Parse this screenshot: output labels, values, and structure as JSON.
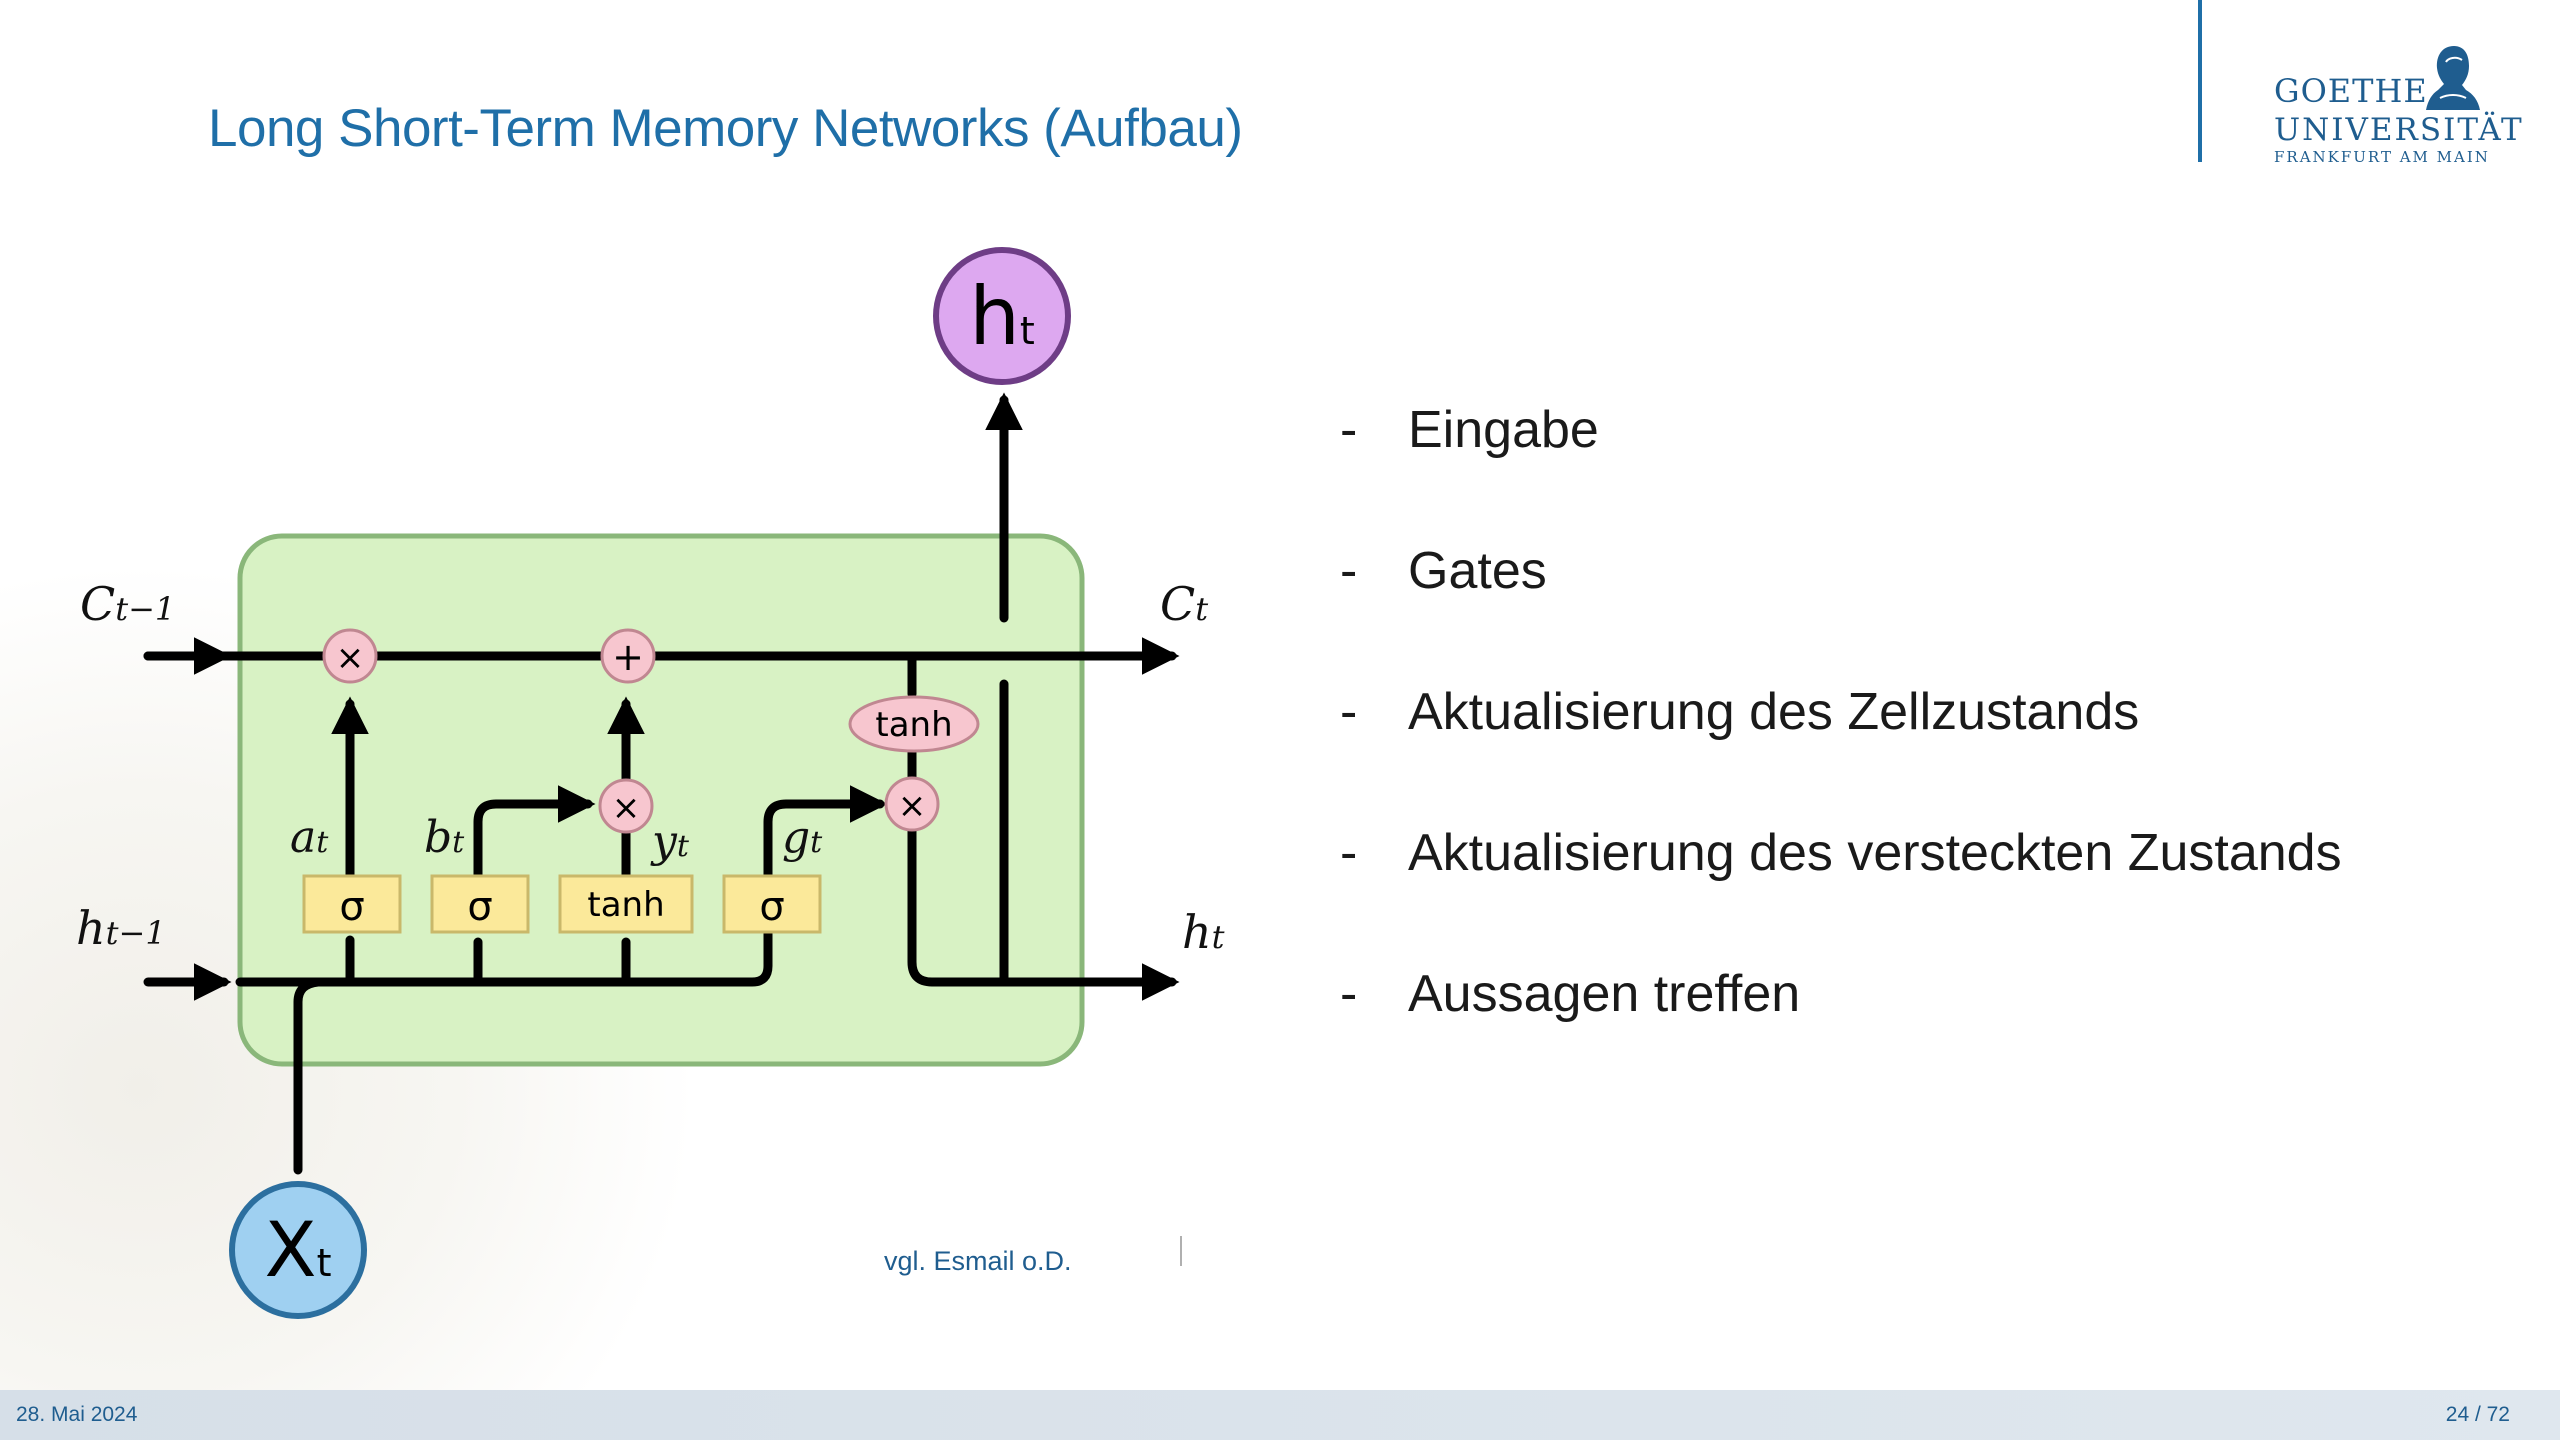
{
  "slide": {
    "title": "Long Short-Term Memory Networks (Aufbau)"
  },
  "logo": {
    "line1": "GOETHE",
    "line2": "UNIVERSITÄT",
    "line3": "FRANKFURT AM MAIN"
  },
  "diagram": {
    "input_label": "X",
    "input_sub": "t",
    "output_label": "h",
    "output_sub": "t",
    "cell_in": "C",
    "cell_in_sub": "t−1",
    "cell_out": "C",
    "cell_out_sub": "t",
    "hidden_in": "h",
    "hidden_in_sub": "t−1",
    "hidden_out": "h",
    "hidden_out_sub": "t",
    "gate_a": "a",
    "gate_b": "b",
    "gate_y": "y",
    "gate_g": "g",
    "gate_sub": "t",
    "sigma": "σ",
    "tanh": "tanh",
    "op_mul": "×",
    "op_add": "+",
    "colors": {
      "cell": "#d8f2c4",
      "cell_border": "#8ab77a",
      "gate": "#fbe99a",
      "gate_border": "#c9b86a",
      "op": "#f7c6cf",
      "op_border": "#c08791",
      "input_node": "#9fd0f1",
      "output_node": "#dda8f0"
    }
  },
  "bullets": [
    {
      "dash": "-",
      "text": "Eingabe"
    },
    {
      "dash": "-",
      "text": "Gates"
    },
    {
      "dash": "-",
      "text": "Aktualisierung des Zellzustands"
    },
    {
      "dash": "-",
      "text": "Aktualisierung des versteckten Zustands"
    },
    {
      "dash": "-",
      "text": "Aussagen treffen"
    }
  ],
  "citation": "vgl. Esmail o.D.",
  "footer": {
    "date": "28. Mai 2024",
    "page": "24 / 72"
  }
}
